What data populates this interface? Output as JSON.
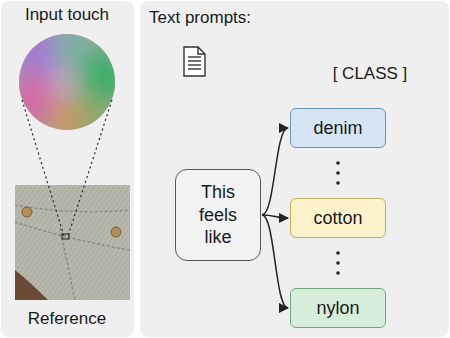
{
  "diagram": {
    "nodes": [
      {
        "text": [
          "This feels like"
        ]
      },
      {
        "text": [
          "denim"
        ]
      },
      {
        "text": [
          "cotton"
        ]
      },
      {
        "text": [
          "nylon"
        ]
      }
    ],
    "edges": [
      {
        "from": 0,
        "to": 1,
        "arrow": "to"
      },
      {
        "from": 0,
        "to": 2,
        "arrow": "to"
      },
      {
        "from": 0,
        "to": 3,
        "arrow": "to"
      }
    ],
    "labels": [
      "Input touch",
      "Reference",
      "Text prompts:",
      "[ CLASS ]"
    ]
  }
}
